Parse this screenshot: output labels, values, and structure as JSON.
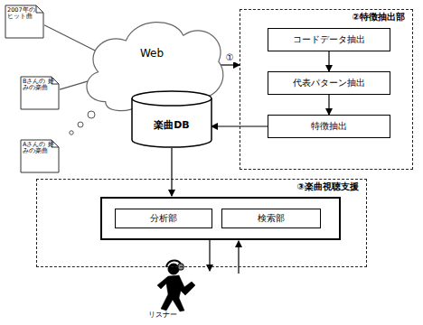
{
  "diagram": {
    "nodes": [
      {
        "text": [
          "2007年の ヒット曲"
        ]
      },
      {
        "text": [
          "Bさんの 好みの楽曲"
        ]
      },
      {
        "text": [
          "Aさんの 好みの楽曲"
        ]
      },
      {
        "text": [
          "Web"
        ]
      },
      {
        "text": [
          "②特徴抽出部"
        ]
      },
      {
        "text": [
          "コードデータ抽出"
        ],
        "in": 4
      },
      {
        "text": [
          "代表パターン抽出"
        ],
        "in": 4
      },
      {
        "text": [
          "特徴抽出"
        ],
        "in": 4
      },
      {
        "text": [
          "楽曲DB"
        ]
      },
      {
        "text": [
          "③楽曲視聴支援"
        ]
      },
      {
        "text": [
          "分析部"
        ],
        "in": 9
      },
      {
        "text": [
          "検索部"
        ],
        "in": 9
      }
    ],
    "edges": [
      {
        "from": 0,
        "to": 3,
        "arrow": "none"
      },
      {
        "from": 1,
        "to": 3,
        "arrow": "none"
      },
      {
        "from": 3,
        "to": 4,
        "label": "①",
        "arrow": "to"
      },
      {
        "from": 5,
        "to": 6,
        "arrow": "to"
      },
      {
        "from": 6,
        "to": 7,
        "arrow": "to"
      },
      {
        "from": 7,
        "to": 8,
        "arrow": "to"
      },
      {
        "from": 8,
        "to": 9,
        "arrow": "to"
      }
    ],
    "labels": [
      "リスナー"
    ]
  }
}
